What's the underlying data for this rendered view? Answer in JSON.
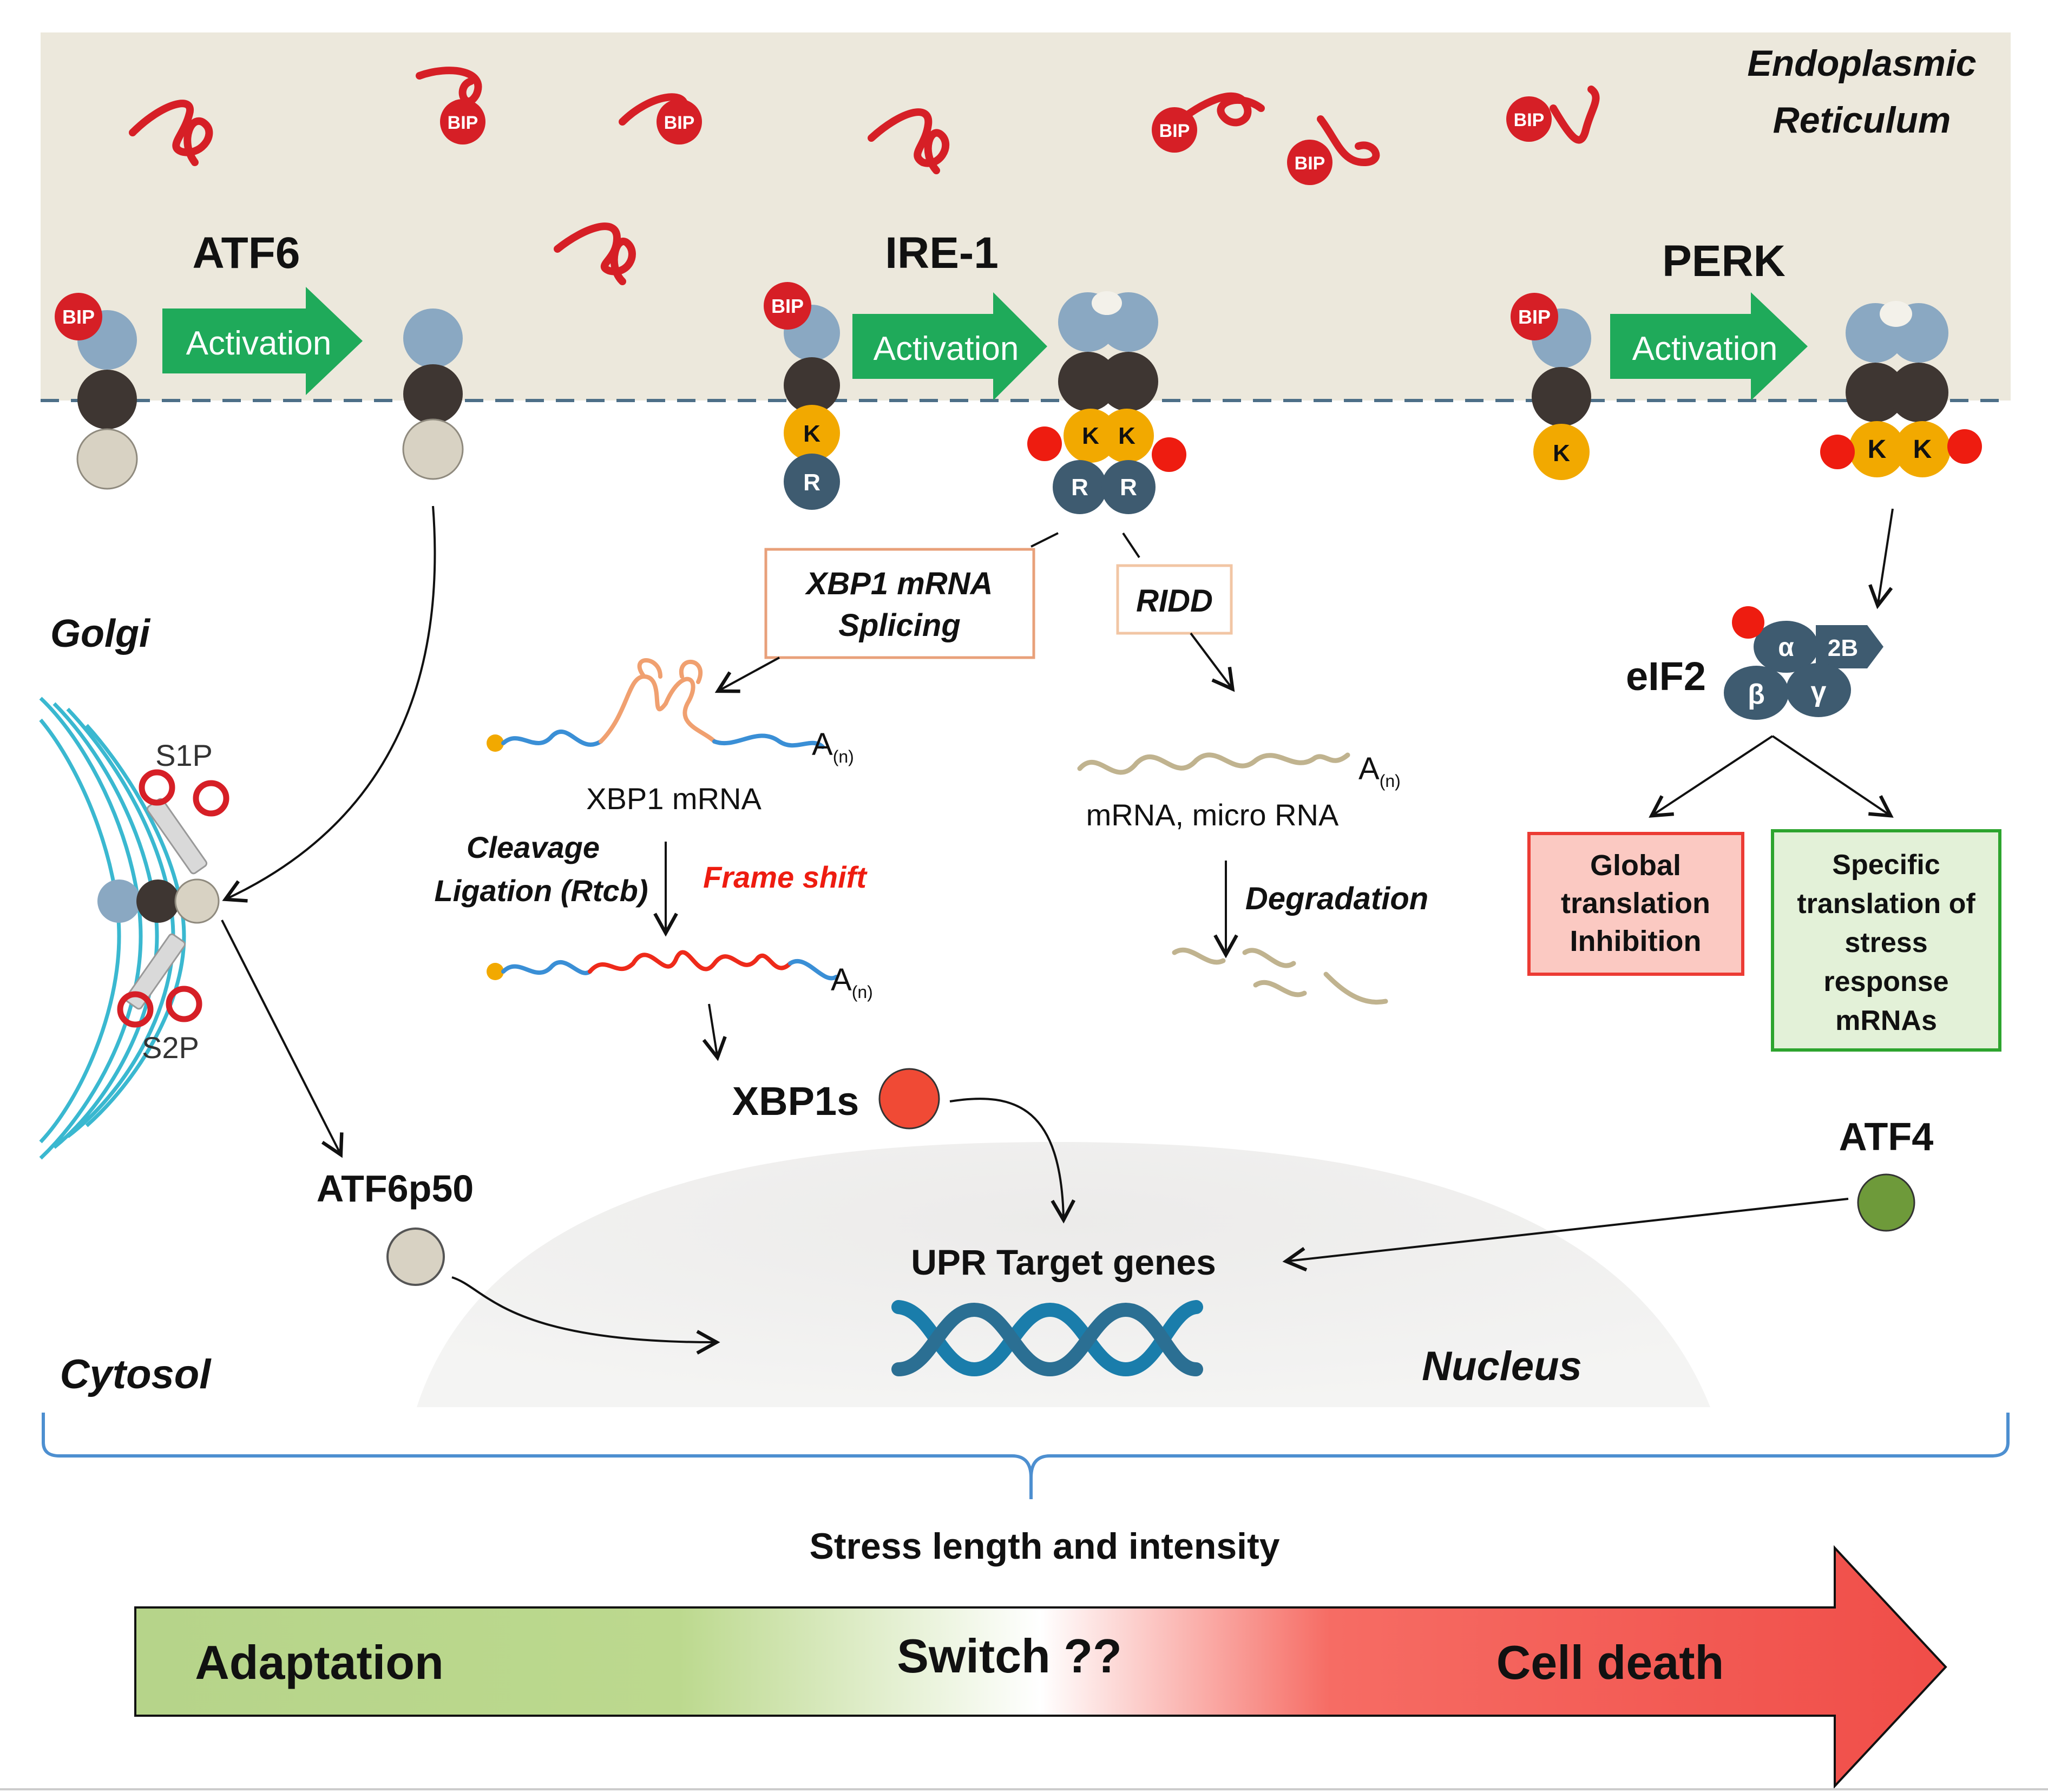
{
  "compartments": {
    "er": [
      "Endoplasmic",
      "Reticulum"
    ],
    "golgi": "Golgi",
    "cytosol": "Cytosol",
    "nucleus": "Nucleus"
  },
  "sensors": {
    "atf6": "ATF6",
    "ire1": "IRE-1",
    "perk": "PERK",
    "bip": "BIP",
    "activation": "Activation",
    "kinase": "K",
    "rnase": "R"
  },
  "ire1_branch": {
    "xbp1_splicing": [
      "XBP1 mRNA",
      "Splicing"
    ],
    "ridd": "RIDD",
    "xbp1_mrna": "XBP1 mRNA",
    "poly_a": "A",
    "poly_a_sub": "(n)",
    "cleavage": [
      "Cleavage",
      "Ligation (Rtcb)"
    ],
    "frame_shift": "Frame shift",
    "xbp1s": "XBP1s",
    "mrna_micro": "mRNA, micro RNA",
    "degradation": "Degradation"
  },
  "golgi_branch": {
    "s1p": "S1P",
    "s2p": "S2P",
    "atf6p50": "ATF6p50"
  },
  "perk_branch": {
    "eif2": "eIF2",
    "alpha": "α",
    "beta": "β",
    "gamma": "γ",
    "eif2b": "2B",
    "global_box": [
      "Global",
      "translation",
      "Inhibition"
    ],
    "specific_box": [
      "Specific",
      "translation of",
      "stress",
      "response",
      "mRNAs"
    ],
    "atf4": "ATF4"
  },
  "nucleus": {
    "target_genes": "UPR Target genes"
  },
  "outcome": {
    "stress_label": "Stress length and intensity",
    "adaptation": "Adaptation",
    "switch": "Switch ??",
    "cell_death": "Cell death"
  },
  "colors": {
    "er_background": "#ece8dc",
    "activation_arrow": "#1faa5a",
    "bip": "#d61f26",
    "phospho": "#ee1c10",
    "luminal_domain": "#8aa8c2",
    "tm_domain": "#3e3632",
    "kinase_domain": "#f2a900",
    "rnase_domain": "#3e5b70",
    "global_box_fill": "#fbc9c2",
    "specific_box_fill": "#e3f1d8",
    "adaptation_green": "#b6d48a",
    "death_red": "#f04d48",
    "atf4": "#6e9a3a",
    "xbp1s": "#f04a35",
    "dna": "#1a7dab"
  }
}
